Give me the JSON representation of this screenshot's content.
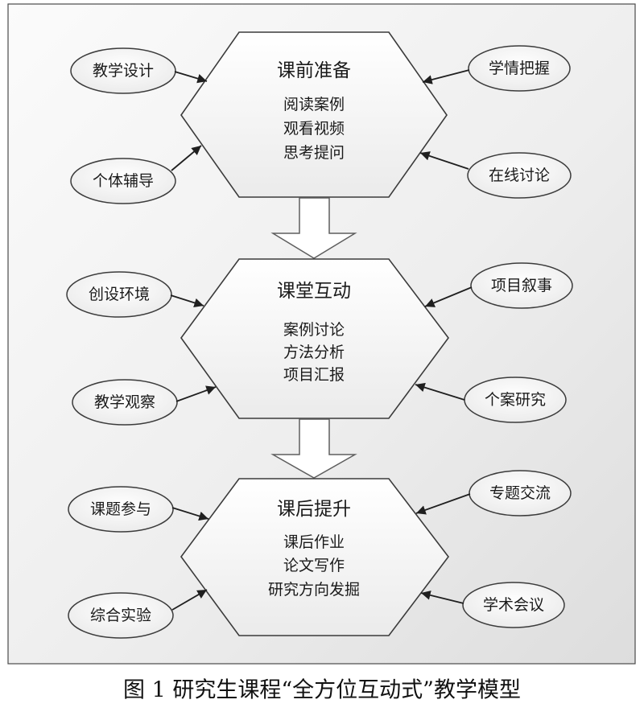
{
  "diagram": {
    "stages": [
      {
        "title": "课前准备",
        "items": [
          "阅读案例",
          "观看视频",
          "思考提问"
        ],
        "left_inputs": [
          "教学设计",
          "个体辅导"
        ],
        "right_inputs": [
          "学情把握",
          "在线讨论"
        ]
      },
      {
        "title": "课堂互动",
        "items": [
          "案例讨论",
          "方法分析",
          "项目汇报"
        ],
        "left_inputs": [
          "创设环境",
          "教学观察"
        ],
        "right_inputs": [
          "项目叙事",
          "个案研究"
        ]
      },
      {
        "title": "课后提升",
        "items": [
          "课后作业",
          "论文写作",
          "研究方向发掘"
        ],
        "left_inputs": [
          "课题参与",
          "综合实验"
        ],
        "right_inputs": [
          "专题交流",
          "学术会议"
        ]
      }
    ]
  },
  "caption": "图 1 研究生课程“全方位互动式”教学模型"
}
